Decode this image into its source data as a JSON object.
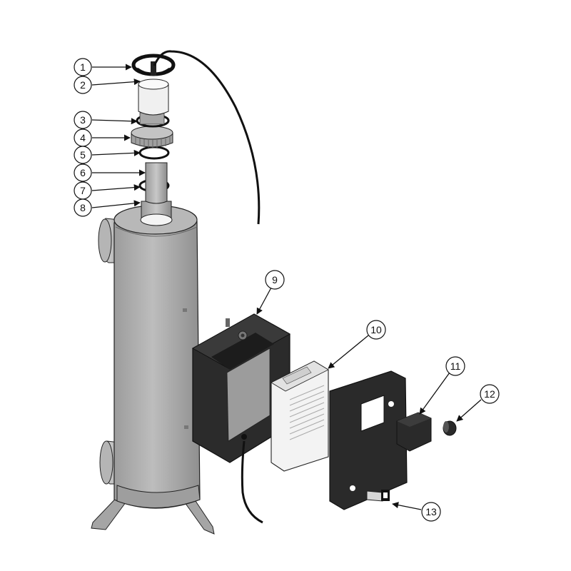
{
  "callouts": [
    {
      "id": "1",
      "label": "1"
    },
    {
      "id": "2",
      "label": "2"
    },
    {
      "id": "3",
      "label": "3"
    },
    {
      "id": "4",
      "label": "4"
    },
    {
      "id": "5",
      "label": "5"
    },
    {
      "id": "6",
      "label": "6"
    },
    {
      "id": "7",
      "label": "7"
    },
    {
      "id": "8",
      "label": "8"
    },
    {
      "id": "9",
      "label": "9"
    },
    {
      "id": "10",
      "label": "10"
    },
    {
      "id": "11",
      "label": "11"
    },
    {
      "id": "12",
      "label": "12"
    },
    {
      "id": "13",
      "label": "13"
    }
  ],
  "colors": {
    "housing": "#a9a9a9",
    "housing_dark": "#8a8a8a",
    "black_part": "#2a2a2a",
    "white_part": "#f2f2f2",
    "outline": "#111111"
  }
}
